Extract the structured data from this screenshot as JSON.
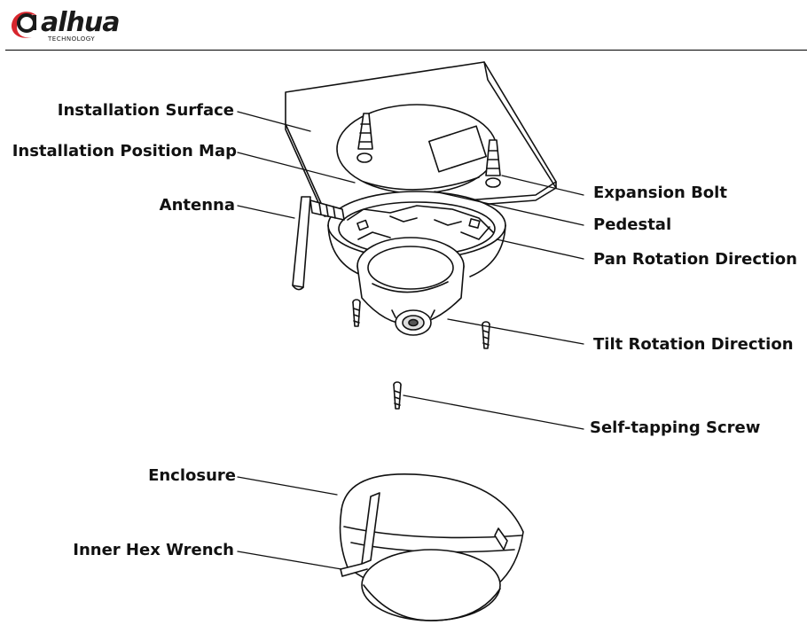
{
  "header": {
    "logo_text": "alhua",
    "logo_subtext": "TECHNOLOGY",
    "logo_color": "#d7262d"
  },
  "labels": {
    "installation_surface": "Installation Surface",
    "installation_position_map": "Installation Position Map",
    "antenna": "Antenna",
    "expansion_bolt": "Expansion Bolt",
    "pedestal": "Pedestal",
    "pan_rotation_direction": "Pan Rotation Direction",
    "tilt_rotation_direction": "Tilt Rotation Direction",
    "self_tapping_screw": "Self-tapping Screw",
    "enclosure": "Enclosure",
    "inner_hex_wrench": "Inner Hex Wrench"
  }
}
